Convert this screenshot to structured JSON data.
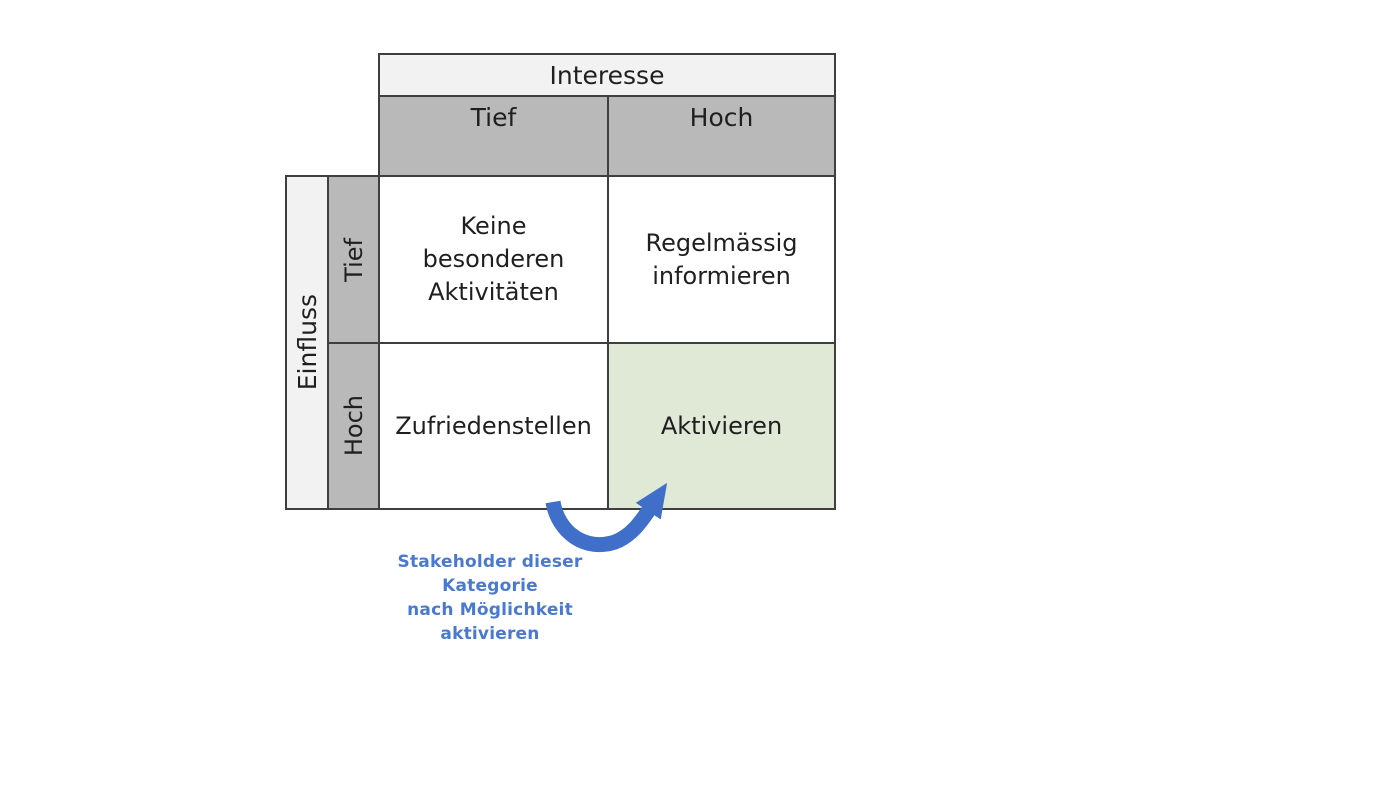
{
  "matrix": {
    "column_axis": {
      "title": "Interesse",
      "labels": [
        "Tief",
        "Hoch"
      ]
    },
    "row_axis": {
      "title": "Einfluss",
      "labels": [
        "Tief",
        "Hoch"
      ]
    },
    "cells": [
      {
        "row": "Tief",
        "column": "Tief",
        "lines": [
          "Keine",
          "besonderen",
          "Aktivitäten"
        ],
        "highlighted": false
      },
      {
        "row": "Tief",
        "column": "Hoch",
        "lines": [
          "Regelmässig",
          "informieren"
        ],
        "highlighted": false
      },
      {
        "row": "Hoch",
        "column": "Tief",
        "lines": [
          "Zufriedenstellen"
        ],
        "highlighted": false
      },
      {
        "row": "Hoch",
        "column": "Hoch",
        "lines": [
          "Aktivieren"
        ],
        "highlighted": true
      }
    ]
  },
  "annotation": {
    "line1": "Stakeholder dieser Kategorie",
    "line2": "nach Möglichkeit aktivieren"
  },
  "icons": {
    "curved_arrow": "curved-arrow-pointing-to-aktivieren-cell"
  },
  "colors": {
    "axis_title_background": "#f2f2f2",
    "axis_label_background": "#b9b9b9",
    "cell_background": "#ffffff",
    "highlight_cell_background": "#dfe9d5",
    "border": "#3f3f3f",
    "arrow_blue": "#3f6fc8",
    "annotation_blue": "#4a79d0",
    "text": "#1f1f1f"
  }
}
